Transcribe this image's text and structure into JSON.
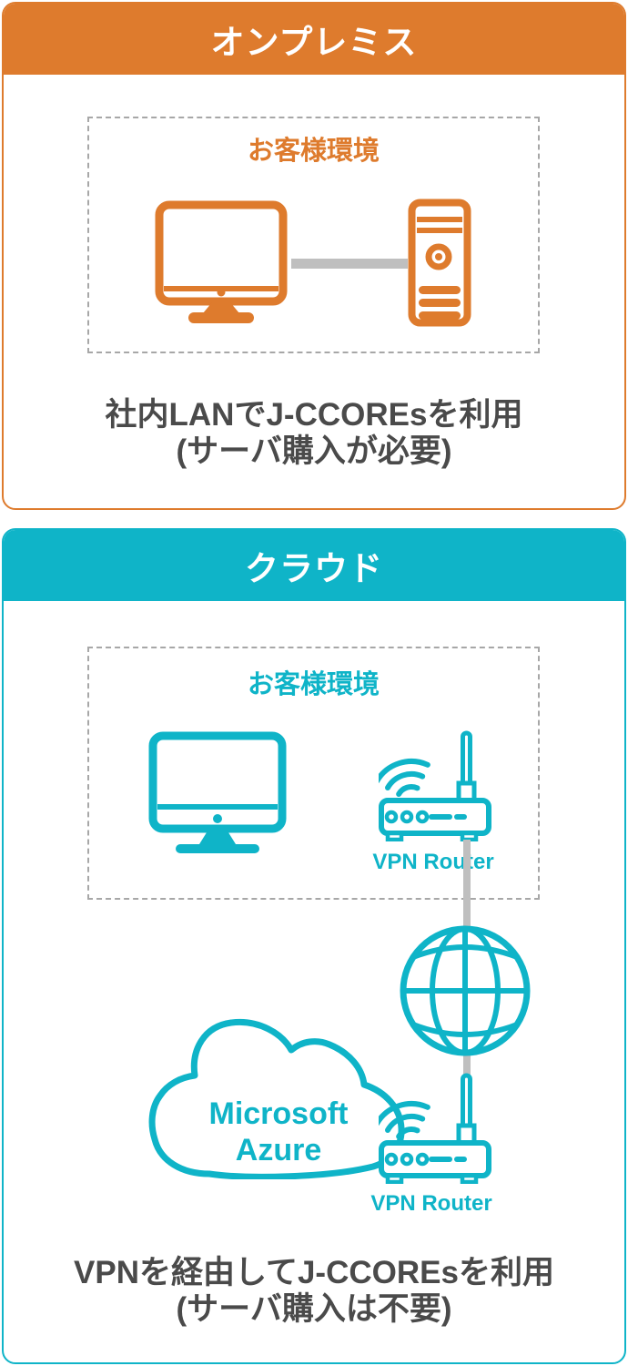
{
  "colors": {
    "orange": "#DE7B2D",
    "teal": "#0FB4C8",
    "dashed_gray": "#A7A7A7",
    "connector_gray": "#BFBFBF",
    "caption_gray": "#4A4A4A",
    "header_text": "#FFFFFF"
  },
  "onpremise": {
    "header_label": "オンプレミス",
    "env_label": "お客様環境",
    "caption_line1": "社内LANでJ-CCOREsを利用",
    "caption_line2": "(サーバ購入が必要)",
    "icons": [
      "desktop-computer-icon",
      "server-tower-icon",
      "lan-cable-connector"
    ]
  },
  "cloud": {
    "header_label": "クラウド",
    "env_label": "お客様環境",
    "vpn_router_label_top": "VPN Router",
    "vpn_router_label_bottom": "VPN Router",
    "cloud_label_line1": "Microsoft",
    "cloud_label_line2": "Azure",
    "caption_line1": "VPNを経由してJ-CCOREsを利用",
    "caption_line2": "(サーバ購入は不要)",
    "icons": [
      "desktop-computer-icon",
      "vpn-router-icon",
      "internet-globe-icon",
      "azure-cloud-icon",
      "vpn-connector-line"
    ]
  }
}
